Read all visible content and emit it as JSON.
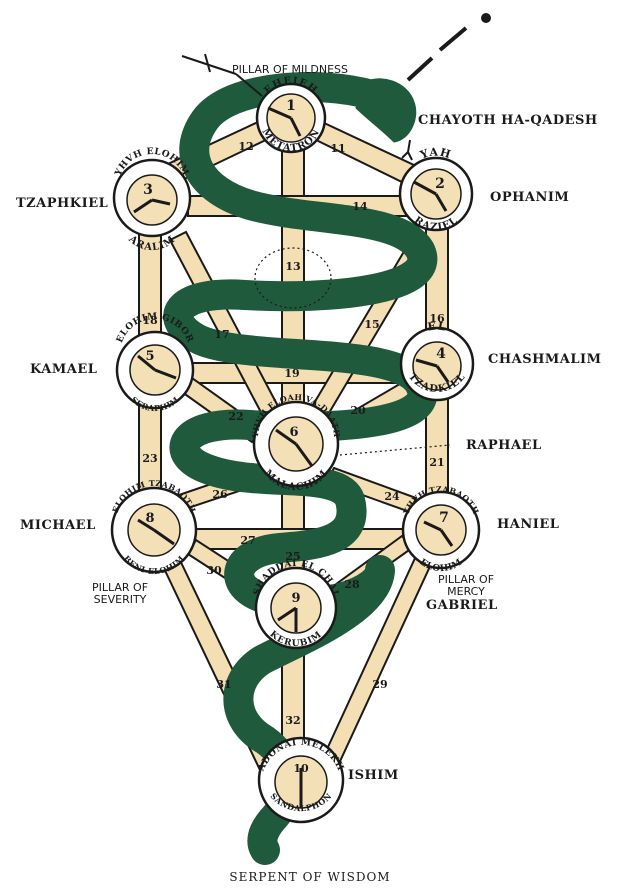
{
  "caption": "SERPENT OF WISDOM",
  "colors": {
    "path_fill": "#f3dfb3",
    "outline": "#1a1a1a",
    "sphere_fill": "#f4e0b6",
    "ring_fill": "#ffffff",
    "serpent": "#1f5a3c"
  },
  "pillars": {
    "mildness": "PILLAR OF MILDNESS",
    "severity_line1": "PILLAR OF",
    "severity_line2": "SEVERITY",
    "mercy_line1": "PILLAR OF",
    "mercy_line2": "MERCY"
  },
  "labels": {
    "chayoth": "CHAYOTH HA-QADESH",
    "tzaphkiel": "TZAPHKIEL",
    "ophanim": "OPHANIM",
    "kamael": "KAMAEL",
    "chashmalim": "CHASHMALIM",
    "raphael": "RAPHAEL",
    "michael": "MICHAEL",
    "haniel": "HANIEL",
    "gabriel": "GABRIEL",
    "ishim": "ISHIM"
  },
  "spheres": [
    {
      "id": "kether",
      "number": "1",
      "top": "EHEIEH",
      "bottom": "METATRON"
    },
    {
      "id": "chokmah",
      "number": "2",
      "top": "YAH",
      "bottom": "RAZIEL"
    },
    {
      "id": "binah",
      "number": "3",
      "top": "YHVH ELOHIM",
      "bottom": "ARALIM"
    },
    {
      "id": "chesed",
      "number": "4",
      "top": "EL",
      "bottom": "TZADKIEL"
    },
    {
      "id": "geburah",
      "number": "5",
      "top": "ELOHIM GIBOR",
      "bottom": "SERAPHIM"
    },
    {
      "id": "tiphareth",
      "number": "6",
      "top": "YHVH ELOAH VA-DAATH",
      "bottom": "MALACHIM"
    },
    {
      "id": "netzach",
      "number": "7",
      "top": "YHVH TZABAOTH",
      "bottom": "ELOHIM"
    },
    {
      "id": "hod",
      "number": "8",
      "top": "ELOHIM TZABAOTH",
      "bottom": "BENI ELOHIM"
    },
    {
      "id": "yesod",
      "number": "9",
      "top": "SHADDAI EL CHAI",
      "bottom": "KERUBIM"
    },
    {
      "id": "malkuth",
      "number": "10",
      "top": "ADONAI MELEKH",
      "bottom": "SANDALPHON"
    }
  ],
  "paths": [
    "11",
    "12",
    "13",
    "14",
    "15",
    "16",
    "17",
    "18",
    "19",
    "20",
    "21",
    "22",
    "23",
    "24",
    "25",
    "26",
    "27",
    "28",
    "29",
    "30",
    "31",
    "32"
  ]
}
